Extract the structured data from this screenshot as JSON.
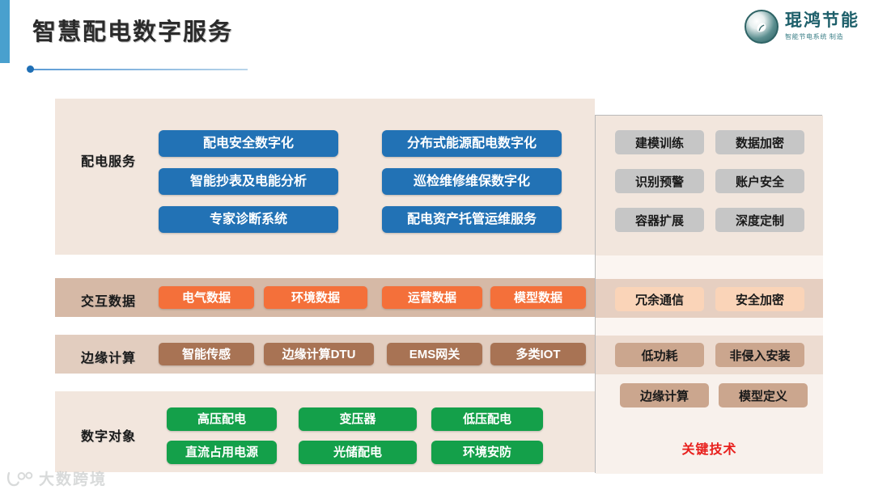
{
  "header": {
    "title": "智慧配电数字服务",
    "accent_color": "#49a0ce",
    "logo": {
      "name": "琨鸿节能",
      "subtitle": "智能节电系统 制造",
      "mark_icon": "circular-leaf-emblem-icon"
    }
  },
  "rows": {
    "services": {
      "label": "配电服务",
      "color": "#2272b5",
      "col1": [
        "配电安全数字化",
        "智能抄表及电能分析",
        "专家诊断系统"
      ],
      "col2": [
        "分布式能源配电数字化",
        "巡检维修维保数字化",
        "配电资产托管运维服务"
      ]
    },
    "interactive_data": {
      "label": "交互数据",
      "color": "#f4703a",
      "items": [
        "电气数据",
        "环境数据",
        "运营数据",
        "模型数据"
      ]
    },
    "edge_computing": {
      "label": "边缘计算",
      "color": "#a87354",
      "items": [
        "智能传感",
        "边缘计算DTU",
        "EMS网关",
        "多类IOT"
      ]
    },
    "digital_objects": {
      "label": "数字对象",
      "color": "#14a04a",
      "row1": [
        "高压配电",
        "变压器",
        "低压配电"
      ],
      "row2": [
        "直流占用电源",
        "光储配电",
        "环境安防"
      ]
    }
  },
  "key_tech": {
    "title": "关键技术",
    "title_color": "#e8201d",
    "group_services": [
      "建模训练",
      "数据加密",
      "识别预警",
      "账户安全",
      "容器扩展",
      "深度定制"
    ],
    "group_data": [
      "冗余通信",
      "安全加密"
    ],
    "group_edge": [
      "低功耗",
      "非侵入安装",
      "边缘计算",
      "模型定义"
    ]
  },
  "watermark": {
    "text": "大数跨境",
    "mark_icon": "dashukuajing-logo-icon"
  }
}
